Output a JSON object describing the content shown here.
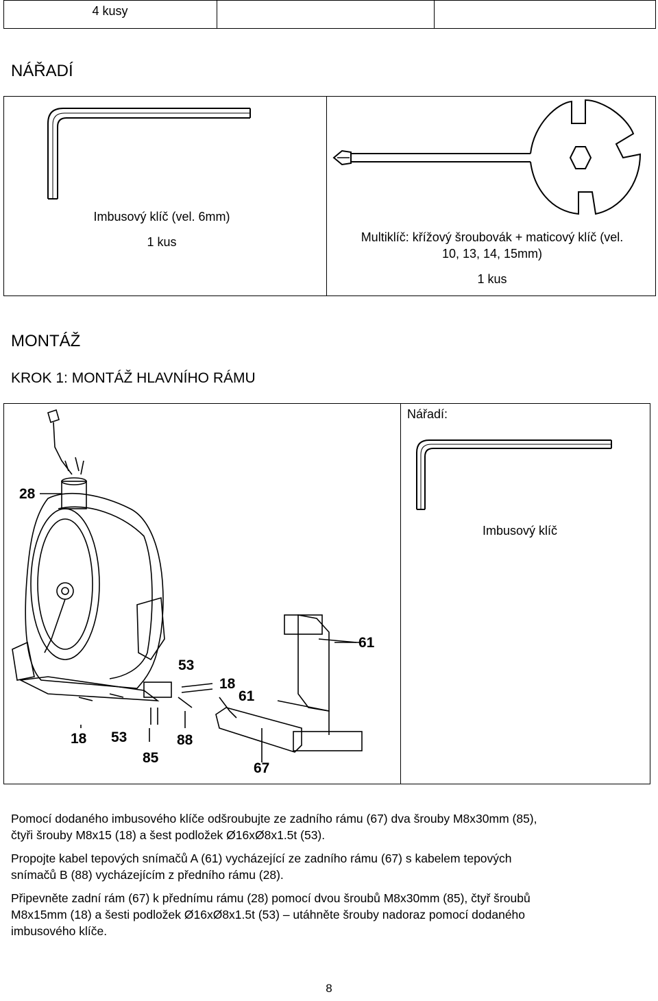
{
  "top_table": {
    "cell1": "4 kusy",
    "cell2": "",
    "cell3": ""
  },
  "tools_section": {
    "heading": "NÁŘADÍ",
    "allen_key": {
      "caption": "Imbusový klíč (vel. 6mm)",
      "qty": "1 kus",
      "icon": "allen-key-icon"
    },
    "multitool": {
      "caption_line1": "Multiklíč: křížový šroubovák + maticový klíč (vel.",
      "caption_line2": "10, 13, 14, 15mm)",
      "qty": "1 kus",
      "icon": "multitool-icon"
    }
  },
  "assembly": {
    "heading": "MONTÁŽ",
    "step_title": "KROK 1: MONTÁŽ HLAVNÍHO RÁMU",
    "tools_label": "Nářadí:",
    "tool_caption": "Imbusový klíč",
    "diagram_labels": {
      "l28": "28",
      "l61a": "61",
      "l53a": "53",
      "l18a": "18",
      "l61b": "61",
      "l18b": "18",
      "l53b": "53",
      "l88": "88",
      "l85": "85",
      "l67": "67"
    }
  },
  "instructions": [
    {
      "line1": "Pomocí dodaného imbusového klíče odšroubujte ze zadního rámu (67) dva šrouby M8x30mm (85),",
      "line2": "čtyři šrouby M8x15 (18) a šest podložek Ø16xØ8x1.5t (53)."
    },
    {
      "line1": "Propojte kabel tepových snímačů A (61) vycházející ze zadního rámu (67) s kabelem tepových",
      "line2": "snímačů B (88) vycházejícím z předního rámu (28)."
    },
    {
      "line1": "Připevněte zadní rám (67) k přednímu rámu (28) pomocí dvou šroubů M8x30mm (85), čtyř šroubů",
      "line2": "M8x15mm (18) a šesti podložek Ø16xØ8x1.5t (53) – utáhněte šrouby nadoraz pomocí dodaného",
      "line3": "imbusového klíče."
    }
  ],
  "page_number": "8"
}
